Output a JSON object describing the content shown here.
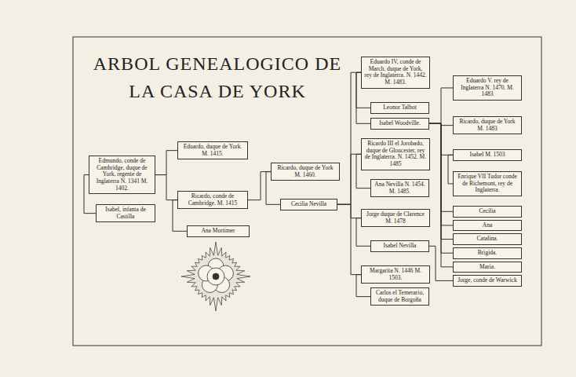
{
  "diagram": {
    "title": "ARBOL GENEALOGICO DE LA CASA DE YORK",
    "nodes": [
      {
        "text": [
          "Edmundo, conde de Cambridge, duque de York, regente de Inglaterra N. 1341 M. 1402."
        ]
      },
      {
        "text": [
          "Isabel, infanta de Castilla"
        ]
      },
      {
        "text": [
          "Eduardo, duque de York. M. 1415."
        ]
      },
      {
        "text": [
          "Ricardo, conde de Cambridge. M. 1415"
        ]
      },
      {
        "text": [
          "Ana Mortimer"
        ]
      },
      {
        "text": [
          "Ricardo, duque de York M. 1460."
        ]
      },
      {
        "text": [
          "Cecilia Nevilla"
        ]
      },
      {
        "text": [
          "Eduardo IV, conde de March, duque de York, rey de Inglaterra. N. 1442. M. 1483."
        ]
      },
      {
        "text": [
          "Leonor Talbot"
        ]
      },
      {
        "text": [
          "Isabel Woodville."
        ]
      },
      {
        "text": [
          "Ricardo III el Jorobado, duque de Gloucester, rey de Inglaterra. N. 1452. M. 1485"
        ]
      },
      {
        "text": [
          "Ana Nevilla N. 1454. M. 1485."
        ]
      },
      {
        "text": [
          "Jorge duque de Clarence M. 1478"
        ]
      },
      {
        "text": [
          "Isabel Nevilla"
        ]
      },
      {
        "text": [
          "Margarita N. 1446 M. 1503."
        ]
      },
      {
        "text": [
          "Carlos el Temerario, duque de Borgoña"
        ]
      },
      {
        "text": [
          "Eduardo V. rey de Inglaterra N. 1470. M. 1483"
        ]
      },
      {
        "text": [
          "Ricardo, duque de York M. 1483"
        ]
      },
      {
        "text": [
          "Isabel M. 1503"
        ]
      },
      {
        "text": [
          "Enrique VII Tudor conde de Richemont, rey de Inglaterra."
        ]
      },
      {
        "text": [
          "Cecilia"
        ]
      },
      {
        "text": [
          "Ana"
        ]
      },
      {
        "text": [
          "Catalina."
        ]
      },
      {
        "text": [
          "Brigida."
        ]
      },
      {
        "text": [
          "Maria."
        ]
      },
      {
        "text": [
          "Jorge, conde de Warwick"
        ]
      }
    ],
    "edges": [
      {
        "from": 0,
        "to": 1,
        "arrow": "none"
      },
      {
        "from": 0,
        "to": 2,
        "arrow": "none"
      },
      {
        "from": 0,
        "to": 3,
        "arrow": "none"
      },
      {
        "from": 3,
        "to": 4,
        "arrow": "none"
      },
      {
        "from": 3,
        "to": 5,
        "arrow": "none"
      },
      {
        "from": 5,
        "to": 6,
        "arrow": "none"
      },
      {
        "from": 6,
        "to": 7,
        "arrow": "none"
      },
      {
        "from": 6,
        "to": 10,
        "arrow": "none"
      },
      {
        "from": 6,
        "to": 12,
        "arrow": "none"
      },
      {
        "from": 6,
        "to": 14,
        "arrow": "none"
      },
      {
        "from": 7,
        "to": 8,
        "arrow": "none"
      },
      {
        "from": 7,
        "to": 9,
        "arrow": "none"
      },
      {
        "from": 10,
        "to": 11,
        "arrow": "none"
      },
      {
        "from": 12,
        "to": 13,
        "arrow": "none"
      },
      {
        "from": 14,
        "to": 15,
        "arrow": "none"
      },
      {
        "from": 9,
        "to": 16,
        "arrow": "none"
      },
      {
        "from": 9,
        "to": 17,
        "arrow": "none"
      },
      {
        "from": 9,
        "to": 18,
        "arrow": "none"
      },
      {
        "from": 9,
        "to": 20,
        "arrow": "none"
      },
      {
        "from": 9,
        "to": 21,
        "arrow": "none"
      },
      {
        "from": 9,
        "to": 22,
        "arrow": "none"
      },
      {
        "from": 9,
        "to": 23,
        "arrow": "none"
      },
      {
        "from": 9,
        "to": 24,
        "arrow": "none"
      },
      {
        "from": 18,
        "to": 19,
        "arrow": "none"
      },
      {
        "from": 13,
        "to": 25,
        "arrow": "none"
      }
    ]
  }
}
